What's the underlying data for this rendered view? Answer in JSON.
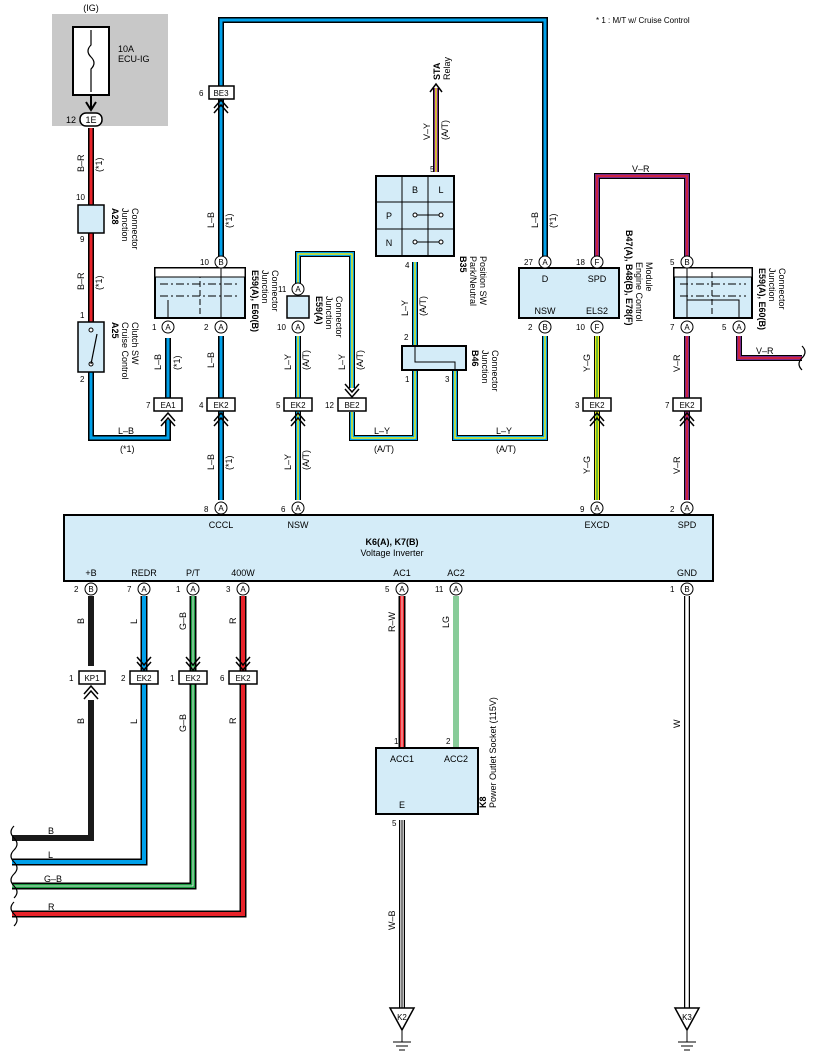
{
  "header": {
    "ig": "(IG)",
    "note": "* 1 : M/T w/ Cruise Control"
  },
  "colors": {
    "light_blue": "#00a0e9",
    "yellow": "#f0ec1a",
    "red": "#e8232a",
    "black": "#1a1a1a",
    "green": "#1a9a40",
    "violet": "#7a2a8a",
    "pale_green": "#88cc99",
    "box_fill": "#d4ecf8",
    "fuse_panel": "#c8c8c8"
  },
  "fuse": {
    "rating": "10A",
    "name": "ECU-IG",
    "pin": "12",
    "connector": "1E"
  },
  "components": {
    "a28": {
      "id": "A28",
      "name1": "Junction",
      "name2": "Connector",
      "pin_top": "10",
      "pin_bot": "9"
    },
    "a25": {
      "id": "A25",
      "name1": "Cruise Control",
      "name2": "Clutch SW",
      "pin_top": "1",
      "pin_bot": "2"
    },
    "e59a": {
      "id": "E59(A), E60(B)",
      "name1": "Junction",
      "name2": "Connector",
      "pin_tl": "10",
      "pin_tl_c": "B",
      "pin_bl": "1",
      "pin_bl_c": "A",
      "pin_br": "2",
      "pin_br_c": "A"
    },
    "e59b": {
      "id": "E59(A)",
      "name1": "Junction",
      "name2": "Connector",
      "pin_t": "11",
      "pin_t_c": "A",
      "pin_b": "10",
      "pin_b_c": "A"
    },
    "b35": {
      "id": "B35",
      "name1": "Park/Neutral",
      "name2": "Position SW",
      "col_b": "B",
      "col_l": "L",
      "row_p": "P",
      "row_n": "N",
      "pin_top": "5",
      "pin_bot": "4"
    },
    "b46": {
      "id": "B46",
      "name1": "Junction",
      "name2": "Connector",
      "pin_top": "2",
      "pin_l": "1",
      "pin_r": "3"
    },
    "ecm": {
      "id": "B47(A), B48(B), E78(F)",
      "name1": "Engine Control",
      "name2": "Module",
      "d": "D",
      "spd": "SPD",
      "nsw": "NSW",
      "els2": "ELS2",
      "pin_d": "27",
      "pin_d_c": "A",
      "pin_spd": "18",
      "pin_spd_c": "F",
      "pin_nsw": "2",
      "pin_nsw_c": "B",
      "pin_els2": "10",
      "pin_els2_c": "F"
    },
    "e59c": {
      "id": "E59(A), E60(B)",
      "name1": "Junction",
      "name2": "Connector",
      "pin_tl": "5",
      "pin_tl_c": "B",
      "pin_bl": "7",
      "pin_bl_c": "A",
      "pin_br": "5",
      "pin_br_c": "A"
    },
    "inverter": {
      "id": "K6(A), K7(B)",
      "name": "Voltage Inverter",
      "top": {
        "cccl": "CCCL",
        "nsw": "NSW",
        "excd": "EXCD",
        "spd": "SPD"
      },
      "top_pins": {
        "cccl": "8",
        "cccl_c": "A",
        "nsw": "6",
        "nsw_c": "A",
        "excd": "9",
        "excd_c": "A",
        "spd": "2",
        "spd_c": "A"
      },
      "bottom": {
        "b": "+B",
        "redr": "REDR",
        "pt": "P/T",
        "w400": "400W",
        "ac1": "AC1",
        "ac2": "AC2",
        "gnd": "GND"
      },
      "bottom_pins": {
        "b": "2",
        "b_c": "B",
        "redr": "7",
        "redr_c": "A",
        "pt": "1",
        "pt_c": "A",
        "w400": "3",
        "w400_c": "A",
        "ac1": "5",
        "ac1_c": "A",
        "ac2": "11",
        "ac2_c": "A",
        "gnd": "1",
        "gnd_c": "B"
      }
    },
    "k8": {
      "id": "K8",
      "name": "Power Outlet Socket (115V)",
      "acc1": "ACC1",
      "acc2": "ACC2",
      "e": "E",
      "pin_acc1": "1",
      "pin_acc2": "2",
      "pin_e": "5"
    }
  },
  "connectors": {
    "be3": {
      "pin": "6",
      "name": "BE3"
    },
    "ea1": {
      "pin": "7",
      "name": "EA1"
    },
    "ek2_a": {
      "pin": "4",
      "name": "EK2"
    },
    "ek2_b": {
      "pin": "5",
      "name": "EK2"
    },
    "be2": {
      "pin": "12",
      "name": "BE2"
    },
    "ek2_c": {
      "pin": "3",
      "name": "EK2"
    },
    "ek2_d": {
      "pin": "7",
      "name": "EK2"
    },
    "kp1": {
      "pin": "1",
      "name": "KP1"
    },
    "ek2_e": {
      "pin": "2",
      "name": "EK2"
    },
    "ek2_f": {
      "pin": "1",
      "name": "EK2"
    },
    "ek2_g": {
      "pin": "6",
      "name": "EK2"
    }
  },
  "relay": {
    "l1": "STA",
    "l2": "Relay"
  },
  "wires": {
    "br": "B–R",
    "lb": "L–B",
    "ly": "L–Y",
    "vy": "V–Y",
    "vr": "V–R",
    "yg": "Y–G",
    "b": "B",
    "l": "L",
    "gb": "G–B",
    "r": "R",
    "rw": "R–W",
    "lg": "LG",
    "w": "W",
    "wb": "W–B",
    "star1": "(*1)",
    "at": "(A/T)"
  },
  "grounds": {
    "k2": "K2",
    "k3": "K3"
  }
}
